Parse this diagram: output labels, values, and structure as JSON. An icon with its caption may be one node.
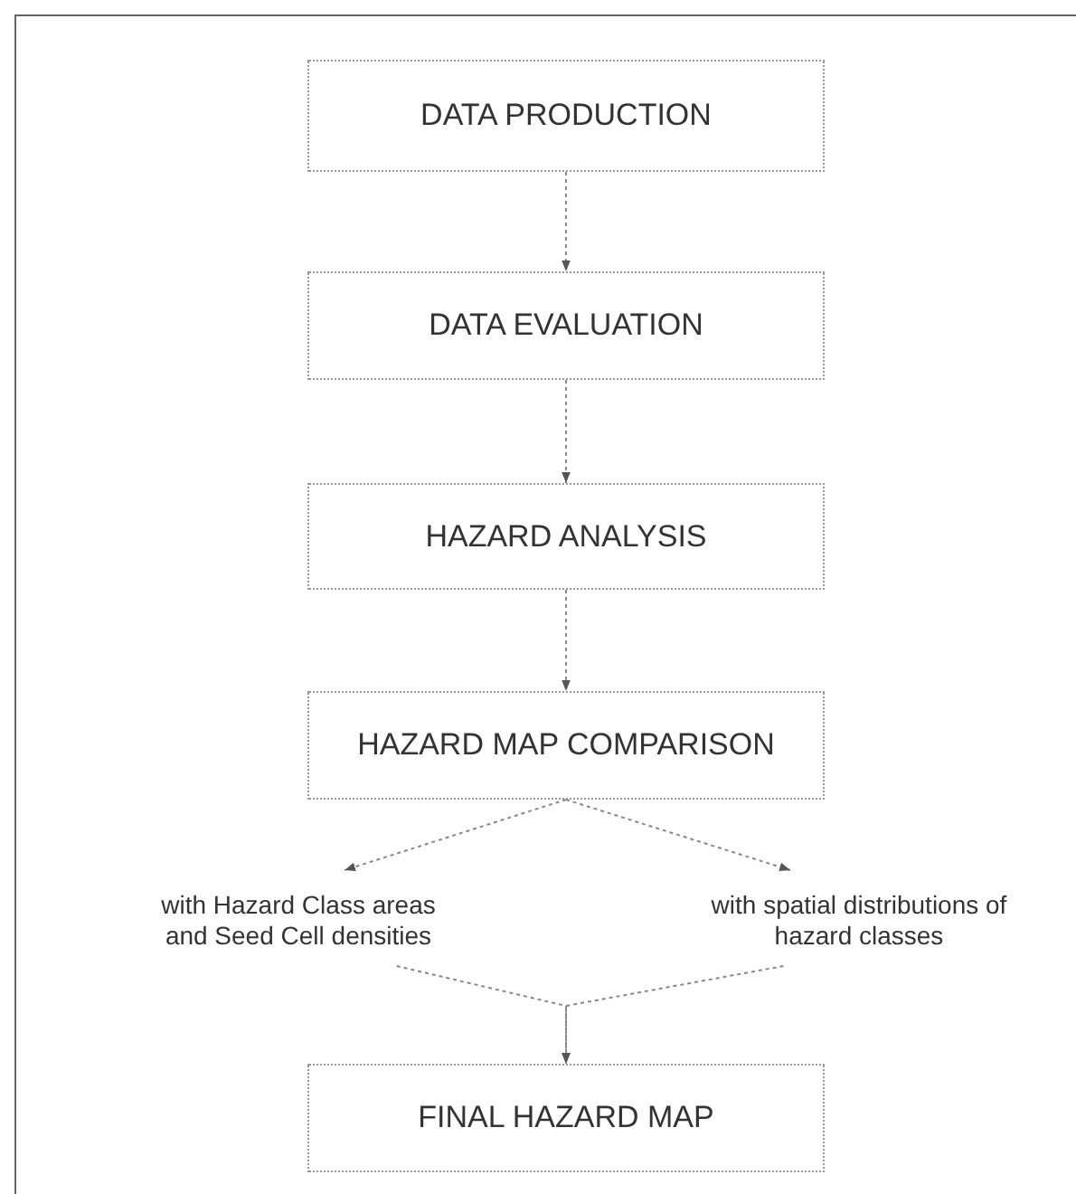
{
  "diagram": {
    "nodes": [
      {
        "text": [
          "DATA PRODUCTION"
        ]
      },
      {
        "text": [
          "DATA EVALUATION"
        ]
      },
      {
        "text": [
          "HAZARD ANALYSIS"
        ]
      },
      {
        "text": [
          "HAZARD MAP COMPARISON"
        ]
      },
      {
        "text": [
          "with Hazard Class areas and Seed Cell densities"
        ]
      },
      {
        "text": [
          "with spatial distributions of hazard classes"
        ]
      },
      {
        "text": [
          "FINAL HAZARD MAP"
        ]
      }
    ],
    "edges": [
      {
        "from": 0,
        "to": 1,
        "arrow": "to"
      },
      {
        "from": 1,
        "to": 2,
        "arrow": "to"
      },
      {
        "from": 2,
        "to": 3,
        "arrow": "to"
      },
      {
        "from": 3,
        "to": 4,
        "arrow": "to"
      },
      {
        "from": 3,
        "to": 5,
        "arrow": "to"
      },
      {
        "from": 4,
        "to": 6,
        "arrow": "to"
      },
      {
        "from": 5,
        "to": 6,
        "arrow": "to"
      }
    ]
  }
}
